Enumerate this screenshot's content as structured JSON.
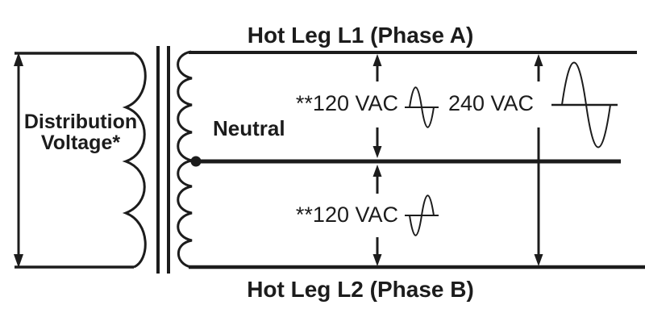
{
  "diagram": {
    "kind": "split-phase transformer secondary diagram",
    "title_top": "Hot Leg L1 (Phase A)",
    "title_bottom": "Hot Leg L2 (Phase B)",
    "left_label_line1": "Distribution",
    "left_label_line2": "Voltage*",
    "neutral_label": "Neutral",
    "voltage_top": "**120 VAC",
    "voltage_bottom": "**120 VAC",
    "voltage_total": "240 VAC",
    "icons": {
      "sine_top": "sine-wave-positive-phase-icon",
      "sine_bottom": "sine-wave-inverted-phase-icon",
      "sine_total": "sine-wave-large-icon"
    },
    "colors": {
      "ink": "#1c1c1c",
      "background": "#ffffff"
    }
  }
}
